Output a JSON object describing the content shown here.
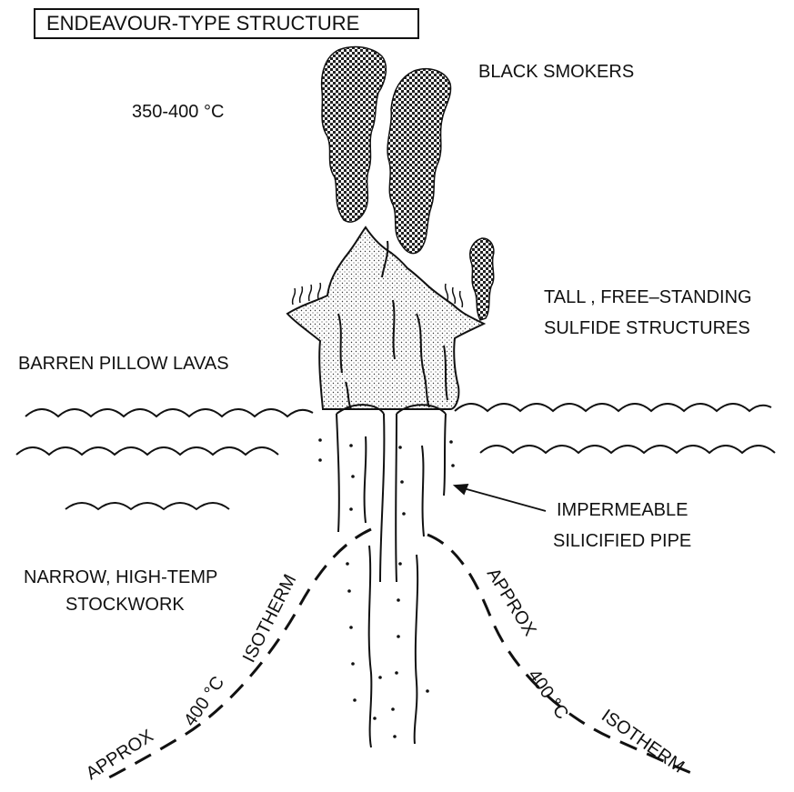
{
  "title": "ENDEAVOUR-TYPE STRUCTURE",
  "labels": {
    "temperature": "350-400 °C",
    "black_smokers": "BLACK SMOKERS",
    "tall_structures_line1": "TALL , FREE–STANDING",
    "tall_structures_line2": "SULFIDE STRUCTURES",
    "barren_pillow_lavas": "BARREN PILLOW LAVAS",
    "impermeable_line1": "IMPERMEABLE",
    "impermeable_line2": "SILICIFIED PIPE",
    "stockwork_line1": "NARROW, HIGH-TEMP",
    "stockwork_line2": "STOCKWORK"
  },
  "isotherm_left": {
    "approx": "APPROX",
    "temp": "400 °C",
    "name": "ISOTHERM"
  },
  "isotherm_right": {
    "approx": "APPROX",
    "temp": "400 °C",
    "name": "ISOTHERM"
  }
}
